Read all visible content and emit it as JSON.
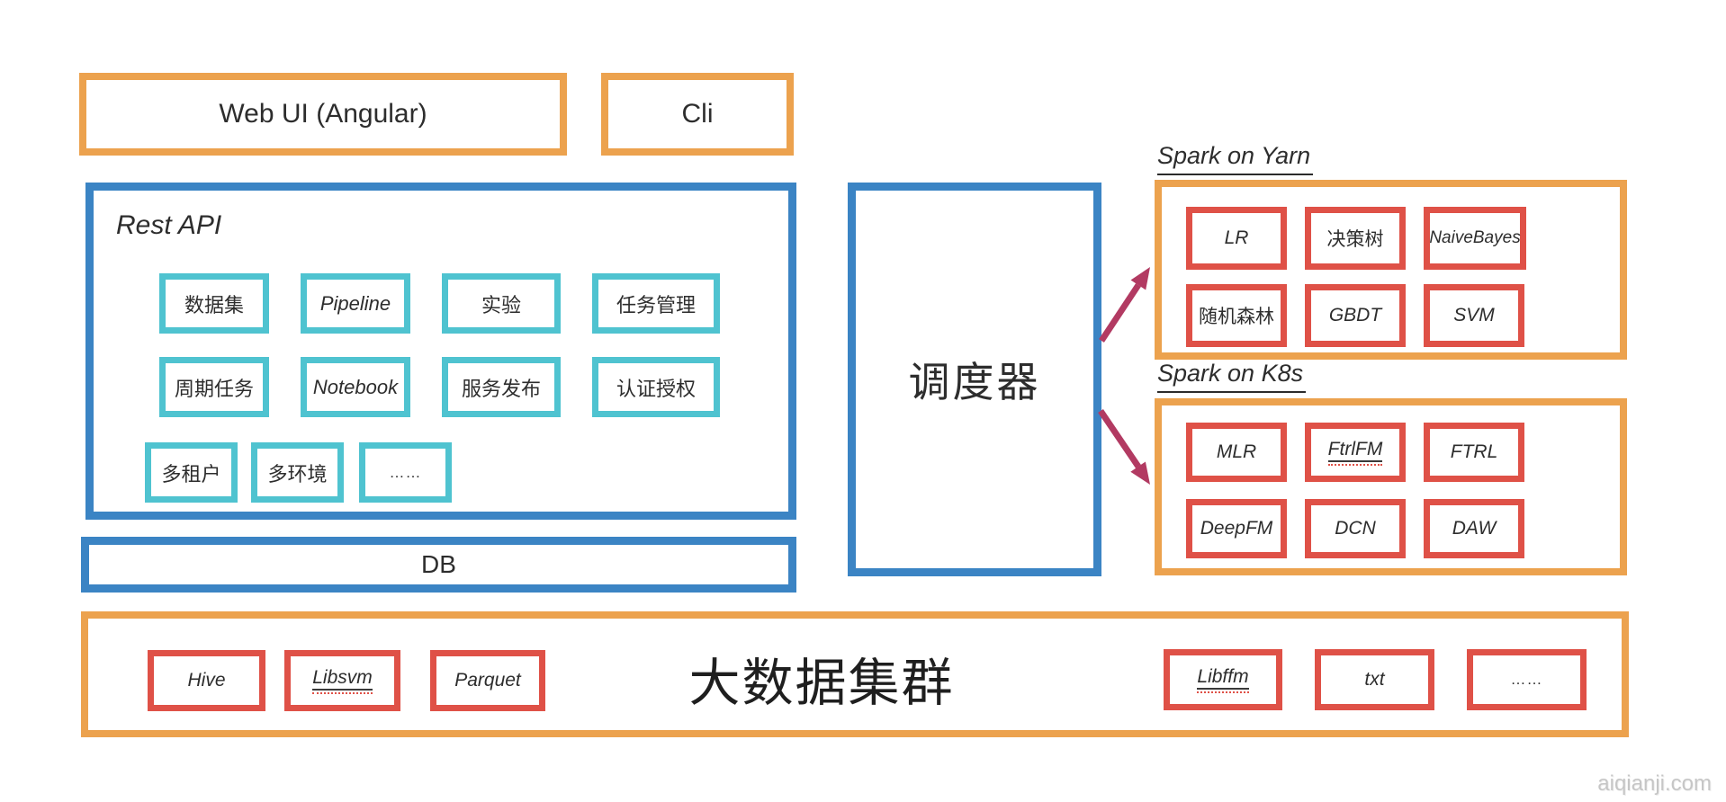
{
  "colors": {
    "orange": "#ECA24E",
    "blue": "#3B84C4",
    "teal": "#4FC3D0",
    "red": "#DF5147",
    "arrow": "#B23A62",
    "watermark": "#C6C6C6"
  },
  "top": {
    "web_ui": "Web UI (Angular)",
    "cli": "Cli"
  },
  "rest_api": {
    "label": "Rest API",
    "features": [
      {
        "label": "数据集"
      },
      {
        "label": "Pipeline"
      },
      {
        "label": "实验"
      },
      {
        "label": "任务管理"
      },
      {
        "label": "周期任务"
      },
      {
        "label": "Notebook"
      },
      {
        "label": "服务发布"
      },
      {
        "label": "认证授权"
      },
      {
        "label": "多租户"
      },
      {
        "label": "多环境"
      },
      {
        "label": "……"
      }
    ]
  },
  "db": {
    "label": "DB"
  },
  "scheduler": {
    "label": "调度器"
  },
  "spark_yarn": {
    "title": "Spark on Yarn",
    "algorithms": [
      {
        "label": "LR"
      },
      {
        "label": "决策树"
      },
      {
        "label": "NaiveBayes"
      },
      {
        "label": "随机森林"
      },
      {
        "label": "GBDT"
      },
      {
        "label": "SVM"
      }
    ]
  },
  "spark_k8s": {
    "title": "Spark on K8s",
    "algorithms": [
      {
        "label": "MLR"
      },
      {
        "label": "FtrlFM"
      },
      {
        "label": "FTRL"
      },
      {
        "label": "DeepFM"
      },
      {
        "label": "DCN"
      },
      {
        "label": "DAW"
      }
    ]
  },
  "bigdata": {
    "title": "大数据集群",
    "formats_left": [
      {
        "label": "Hive"
      },
      {
        "label": "Libsvm"
      },
      {
        "label": "Parquet"
      }
    ],
    "formats_right": [
      {
        "label": "Libffm"
      },
      {
        "label": "txt"
      },
      {
        "label": "……"
      }
    ]
  },
  "watermark": {
    "text": "aiqianji.com"
  }
}
